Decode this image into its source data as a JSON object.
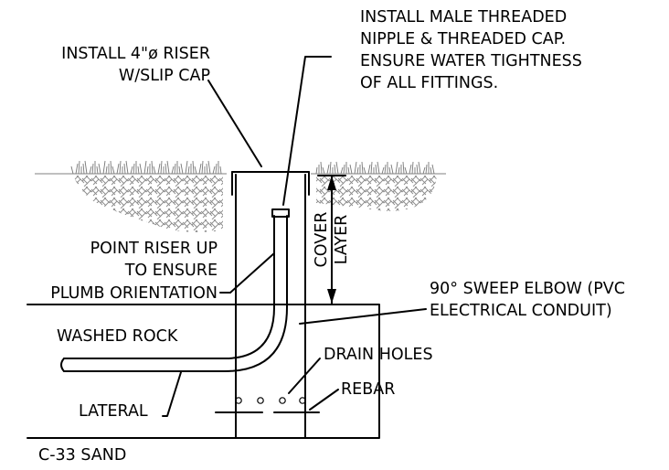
{
  "labels": {
    "install_riser_l1": "INSTALL 4\"ø RISER",
    "install_riser_l2": "W/SLIP CAP",
    "install_nipple_l1": "INSTALL MALE THREADED",
    "install_nipple_l2": "NIPPLE & THREADED CAP.",
    "install_nipple_l3": "ENSURE WATER TIGHTNESS",
    "install_nipple_l4": "OF ALL FITTINGS.",
    "point_riser_l1": "POINT RISER UP",
    "point_riser_l2": "TO ENSURE",
    "point_riser_l3": "PLUMB ORIENTATION",
    "cover_l1": "COVER",
    "cover_l2": "LAYER",
    "sweep_l1": "90° SWEEP ELBOW (PVC",
    "sweep_l2": "ELECTRICAL CONDUIT)",
    "washed_rock": "WASHED ROCK",
    "drain_holes": "DRAIN HOLES",
    "rebar": "REBAR",
    "lateral": "LATERAL",
    "sand": "C-33 SAND"
  },
  "colors": {
    "linework": "#000000",
    "hatch": "#8a8a8a",
    "grass": "#777777"
  }
}
